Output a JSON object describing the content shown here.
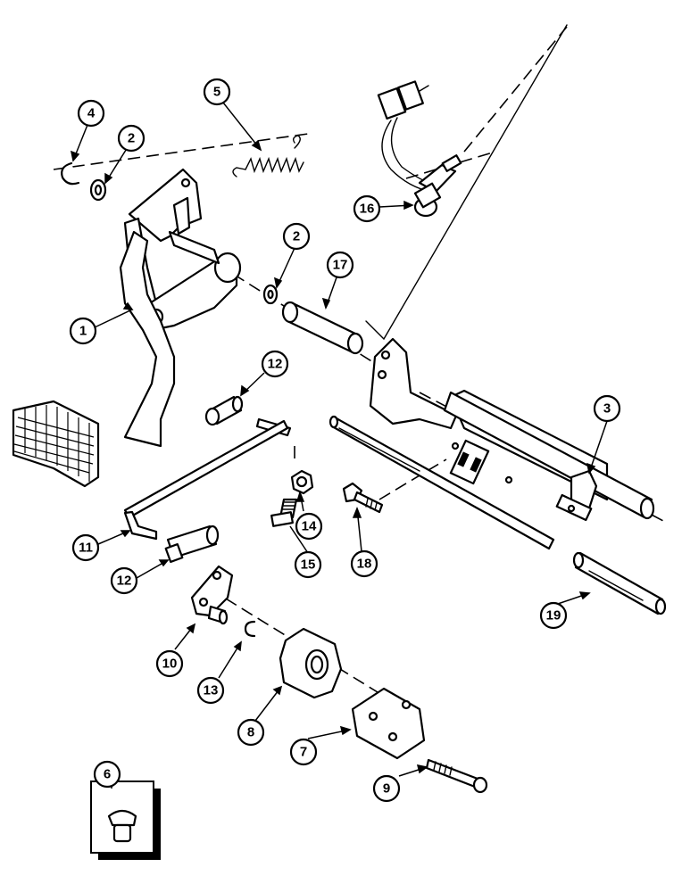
{
  "callouts": [
    {
      "id": "c1",
      "label": "1"
    },
    {
      "id": "c2a",
      "label": "2"
    },
    {
      "id": "c2b",
      "label": "2"
    },
    {
      "id": "c3",
      "label": "3"
    },
    {
      "id": "c4",
      "label": "4"
    },
    {
      "id": "c5",
      "label": "5"
    },
    {
      "id": "c6",
      "label": "6"
    },
    {
      "id": "c7",
      "label": "7"
    },
    {
      "id": "c8",
      "label": "8"
    },
    {
      "id": "c9",
      "label": "9"
    },
    {
      "id": "c10",
      "label": "10"
    },
    {
      "id": "c11",
      "label": "11"
    },
    {
      "id": "c12a",
      "label": "12"
    },
    {
      "id": "c12b",
      "label": "12"
    },
    {
      "id": "c13",
      "label": "13"
    },
    {
      "id": "c14",
      "label": "14"
    },
    {
      "id": "c15",
      "label": "15"
    },
    {
      "id": "c16",
      "label": "16"
    },
    {
      "id": "c17",
      "label": "17"
    },
    {
      "id": "c18",
      "label": "18"
    },
    {
      "id": "c19",
      "label": "19"
    }
  ]
}
